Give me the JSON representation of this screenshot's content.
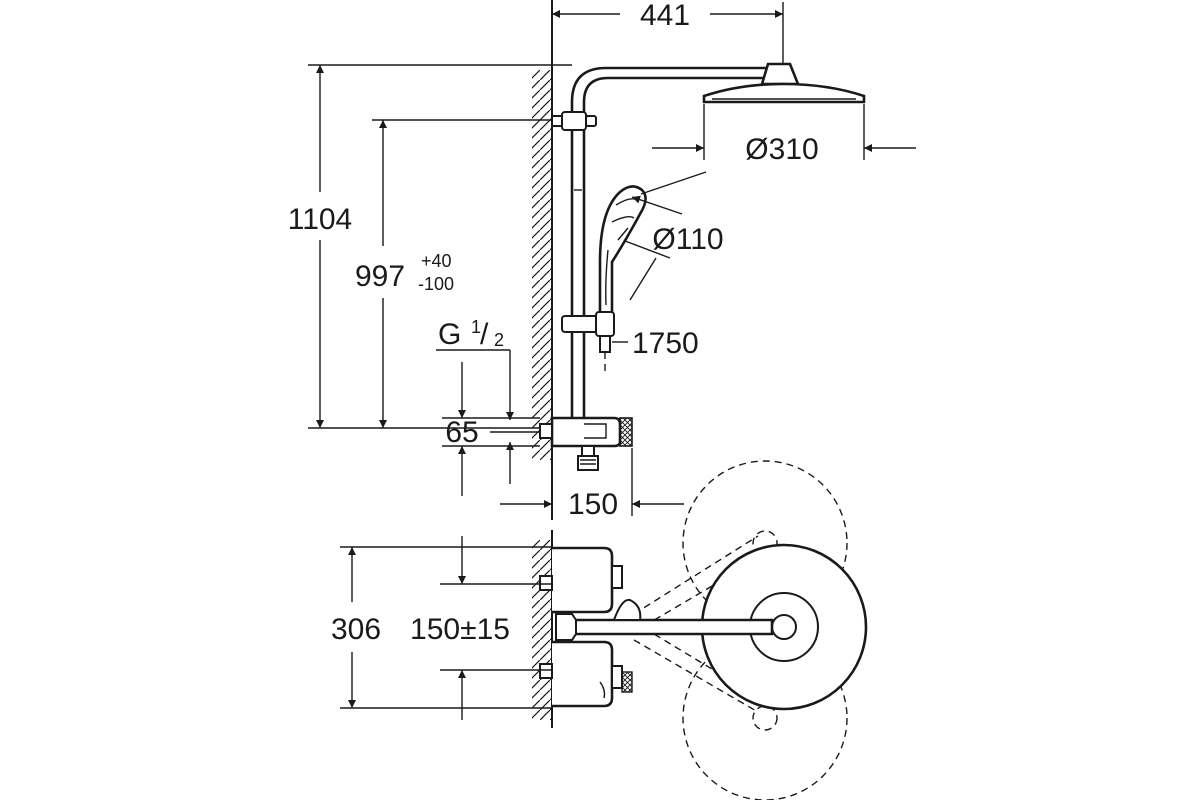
{
  "dimensions": {
    "width_441": "441",
    "height_1104": "1104",
    "height_997": "997",
    "tol_plus": "+40",
    "tol_minus": "-100",
    "thread_g": "G",
    "thread_num": "1",
    "thread_slash": "/",
    "thread_den": "2",
    "head_dia": "Ø310",
    "hand_dia": "Ø110",
    "hose_len": "1750",
    "spacing_65": "65",
    "depth_150": "150",
    "plan_306": "306",
    "plan_150": "150±15"
  }
}
